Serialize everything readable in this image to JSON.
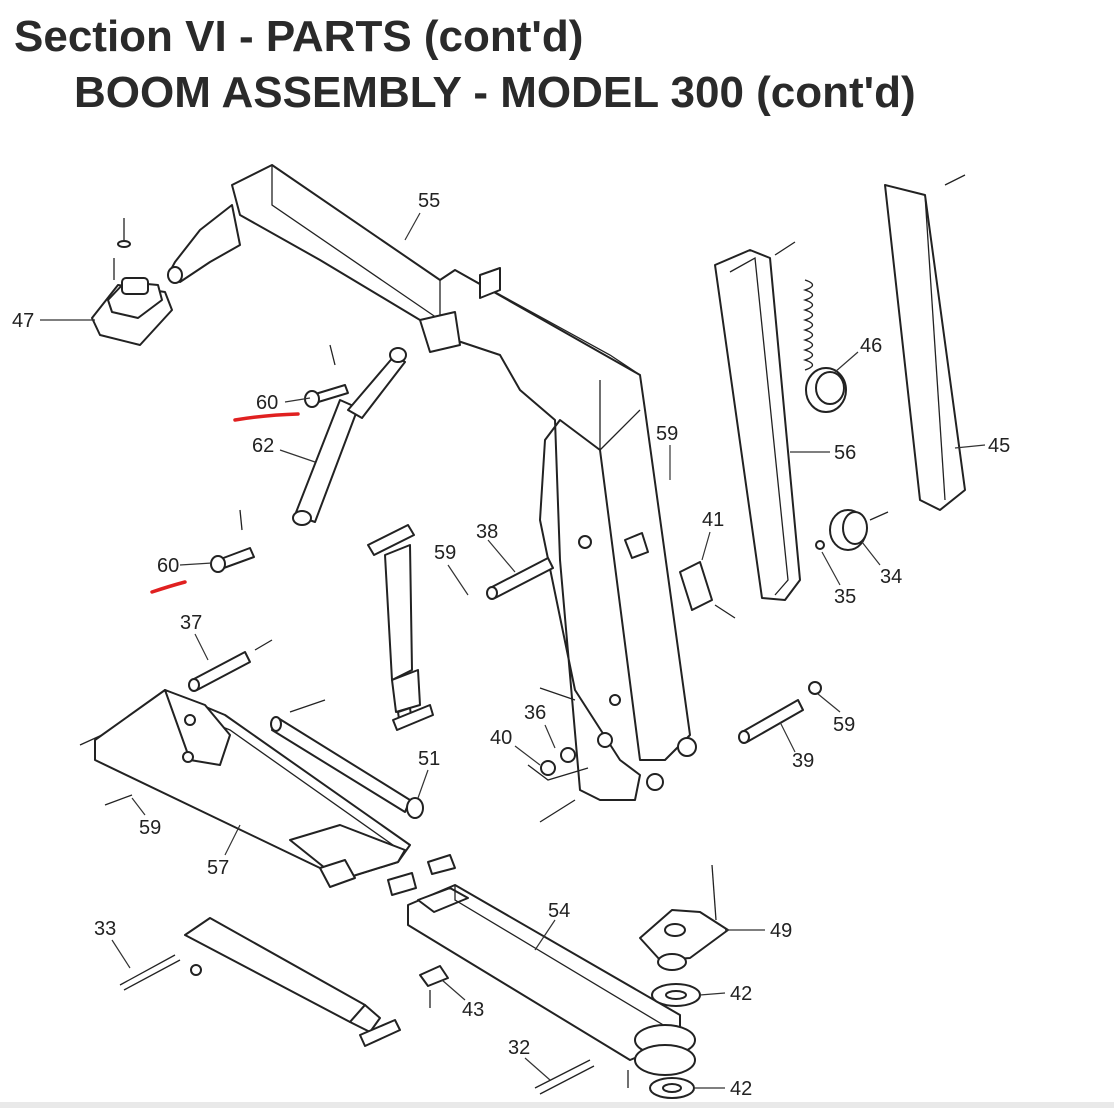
{
  "header": {
    "section_title": "Section VI - PARTS (cont'd)",
    "assembly_title": "BOOM ASSEMBLY - MODEL 300 (cont'd)"
  },
  "callouts": {
    "p55": "55",
    "p47": "47",
    "p60a": "60",
    "p62": "62",
    "p60b": "60",
    "p46": "46",
    "p45": "45",
    "p56": "56",
    "p59a": "59",
    "p41": "41",
    "p38": "38",
    "p59b": "59",
    "p34": "34",
    "p35": "35",
    "p37": "37",
    "p36": "36",
    "p40": "40",
    "p59c": "59",
    "p39": "39",
    "p51": "51",
    "p59d": "59",
    "p57": "57",
    "p54": "54",
    "p49": "49",
    "p33": "33",
    "p42a": "42",
    "p43": "43",
    "p32": "32",
    "p42b": "42"
  },
  "colors": {
    "line": "#222222",
    "highlight": "#e02020",
    "title": "#2a2a2a"
  }
}
